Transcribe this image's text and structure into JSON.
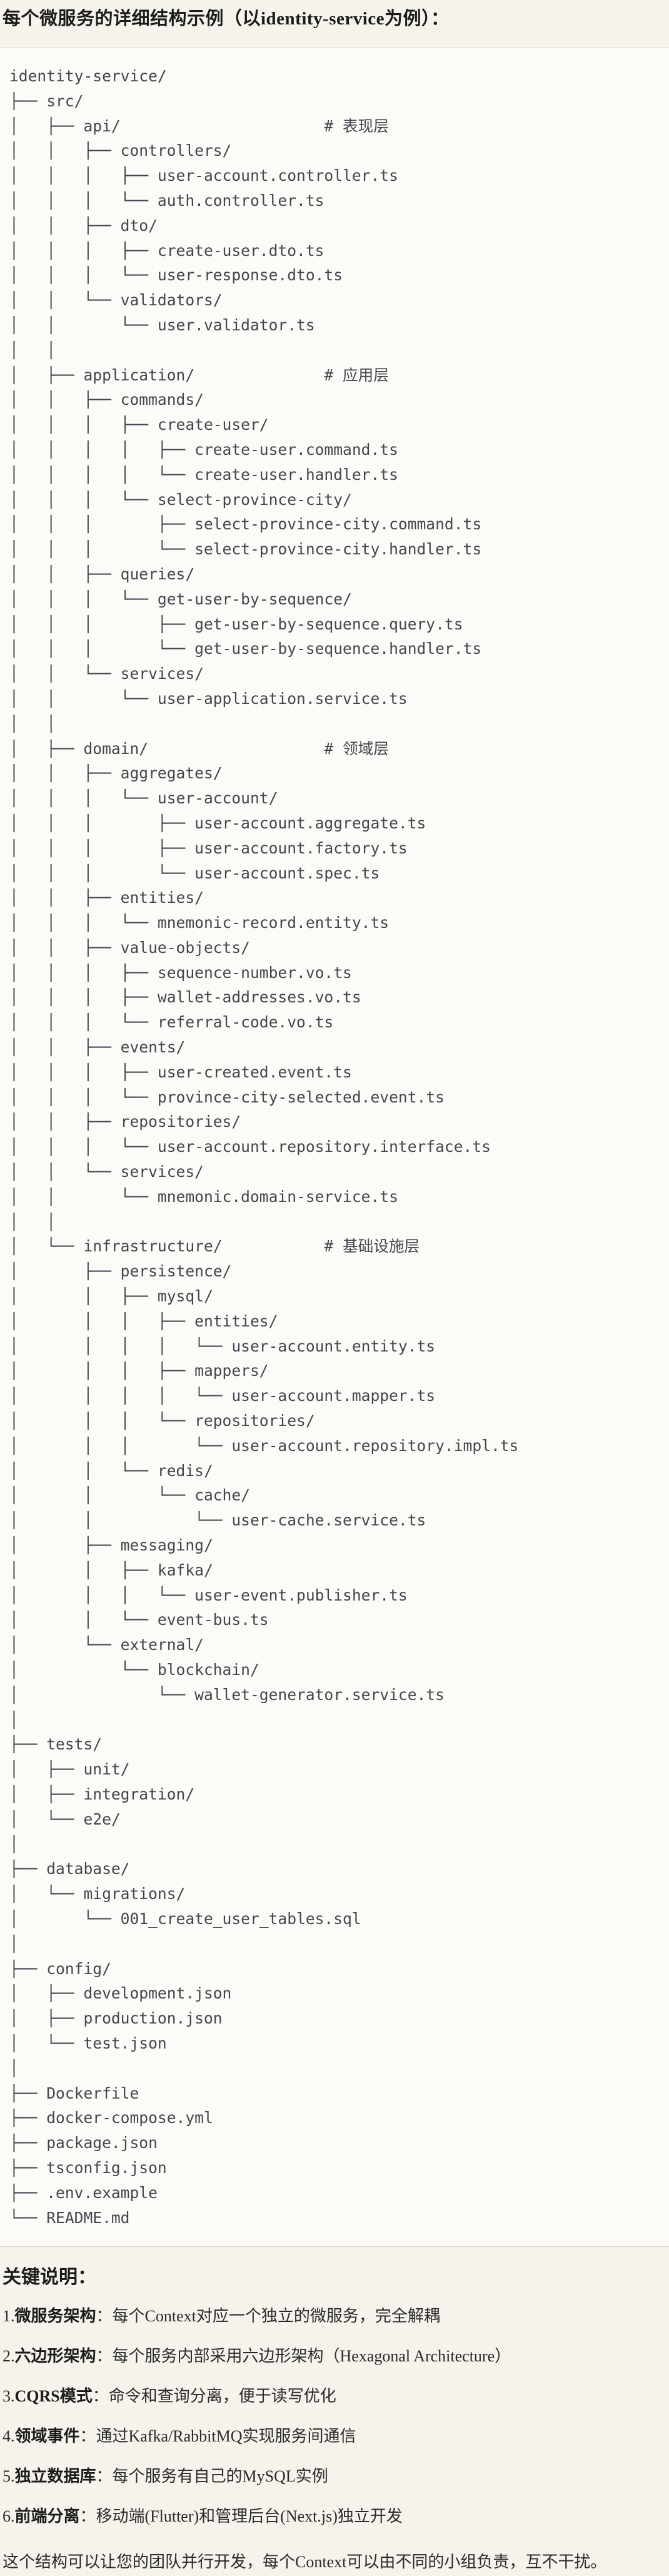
{
  "title": "每个微服务的详细结构示例（以identity-service为例）：",
  "tree": {
    "lines": [
      "identity-service/",
      "├── src/",
      "│   ├── api/                      # 表现层",
      "│   │   ├── controllers/",
      "│   │   │   ├── user-account.controller.ts",
      "│   │   │   └── auth.controller.ts",
      "│   │   ├── dto/",
      "│   │   │   ├── create-user.dto.ts",
      "│   │   │   └── user-response.dto.ts",
      "│   │   └── validators/",
      "│   │       └── user.validator.ts",
      "│   │",
      "│   ├── application/              # 应用层",
      "│   │   ├── commands/",
      "│   │   │   ├── create-user/",
      "│   │   │   │   ├── create-user.command.ts",
      "│   │   │   │   └── create-user.handler.ts",
      "│   │   │   └── select-province-city/",
      "│   │   │       ├── select-province-city.command.ts",
      "│   │   │       └── select-province-city.handler.ts",
      "│   │   ├── queries/",
      "│   │   │   └── get-user-by-sequence/",
      "│   │   │       ├── get-user-by-sequence.query.ts",
      "│   │   │       └── get-user-by-sequence.handler.ts",
      "│   │   └── services/",
      "│   │       └── user-application.service.ts",
      "│   │",
      "│   ├── domain/                   # 领域层",
      "│   │   ├── aggregates/",
      "│   │   │   └── user-account/",
      "│   │   │       ├── user-account.aggregate.ts",
      "│   │   │       ├── user-account.factory.ts",
      "│   │   │       └── user-account.spec.ts",
      "│   │   ├── entities/",
      "│   │   │   └── mnemonic-record.entity.ts",
      "│   │   ├── value-objects/",
      "│   │   │   ├── sequence-number.vo.ts",
      "│   │   │   ├── wallet-addresses.vo.ts",
      "│   │   │   └── referral-code.vo.ts",
      "│   │   ├── events/",
      "│   │   │   ├── user-created.event.ts",
      "│   │   │   └── province-city-selected.event.ts",
      "│   │   ├── repositories/",
      "│   │   │   └── user-account.repository.interface.ts",
      "│   │   └── services/",
      "│   │       └── mnemonic.domain-service.ts",
      "│   │",
      "│   └── infrastructure/           # 基础设施层",
      "│       ├── persistence/",
      "│       │   ├── mysql/",
      "│       │   │   ├── entities/",
      "│       │   │   │   └── user-account.entity.ts",
      "│       │   │   ├── mappers/",
      "│       │   │   │   └── user-account.mapper.ts",
      "│       │   │   └── repositories/",
      "│       │   │       └── user-account.repository.impl.ts",
      "│       │   └── redis/",
      "│       │       └── cache/",
      "│       │           └── user-cache.service.ts",
      "│       ├── messaging/",
      "│       │   ├── kafka/",
      "│       │   │   └── user-event.publisher.ts",
      "│       │   └── event-bus.ts",
      "│       └── external/",
      "│           └── blockchain/",
      "│               └── wallet-generator.service.ts",
      "│",
      "├── tests/",
      "│   ├── unit/",
      "│   ├── integration/",
      "│   └── e2e/",
      "│",
      "├── database/",
      "│   └── migrations/",
      "│       └── 001_create_user_tables.sql",
      "│",
      "├── config/",
      "│   ├── development.json",
      "│   ├── production.json",
      "│   └── test.json",
      "│",
      "├── Dockerfile",
      "├── docker-compose.yml",
      "├── package.json",
      "├── tsconfig.json",
      "├── .env.example",
      "└── README.md"
    ]
  },
  "notes": {
    "heading": "关键说明：",
    "items": [
      {
        "num": "1.",
        "term": "微服务架构",
        "desc": "：每个Context对应一个独立的微服务，完全解耦"
      },
      {
        "num": "2.",
        "term": "六边形架构",
        "desc": "：每个服务内部采用六边形架构（Hexagonal Architecture）"
      },
      {
        "num": "3.",
        "term": "CQRS模式",
        "desc": "：命令和查询分离，便于读写优化"
      },
      {
        "num": "4.",
        "term": "领域事件",
        "desc": "：通过Kafka/RabbitMQ实现服务间通信"
      },
      {
        "num": "5.",
        "term": "独立数据库",
        "desc": "：每个服务有自己的MySQL实例"
      },
      {
        "num": "6.",
        "term": "前端分离",
        "desc": "：移动端(Flutter)和管理后台(Next.js)独立开发"
      }
    ],
    "closing": "这个结构可以让您的团队并行开发，每个Context可以由不同的小组负责，互不干扰。"
  }
}
